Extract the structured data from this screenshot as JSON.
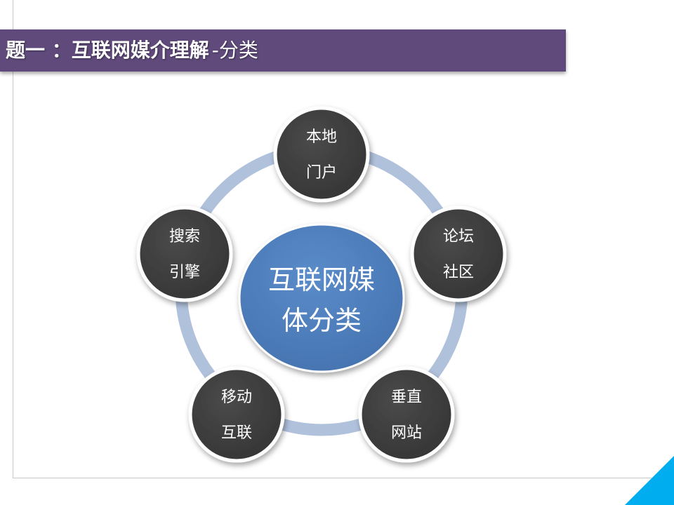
{
  "header": {
    "title_main": "题一 ：互联网媒介理解",
    "title_sub": "-分类"
  },
  "diagram": {
    "center": {
      "line1": "互联网媒",
      "line2": "体分类"
    },
    "nodes": [
      {
        "line1": "本地",
        "line2": "门户"
      },
      {
        "line1": "论坛",
        "line2": "社区"
      },
      {
        "line1": "垂直",
        "line2": "网站"
      },
      {
        "line1": "移动",
        "line2": "互联"
      },
      {
        "line1": "搜索",
        "line2": "引擎"
      }
    ]
  },
  "colors": {
    "title_bar": "#5f4a7b",
    "ring": "#b0c1dc",
    "node_fill": "#3e3e3e",
    "center_fill": "#4f80bd",
    "corner_accent": "#00adef"
  }
}
